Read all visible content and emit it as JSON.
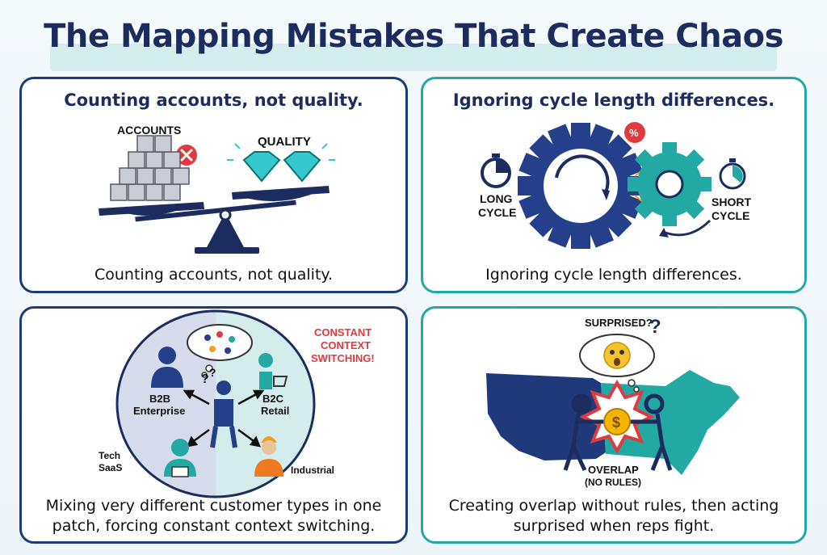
{
  "page": {
    "title": "The Mapping Mistakes That Create Chaos"
  },
  "cards": [
    {
      "heading": "Counting accounts, not quality.",
      "caption": "Counting accounts, not quality.",
      "labels": {
        "left": "ACCOUNTS",
        "right": "QUALITY"
      },
      "icons": [
        "boxes-icon",
        "x-mark-icon",
        "diamond-icon",
        "scale-icon"
      ],
      "accent": "#1f3a7a"
    },
    {
      "heading": "Ignoring cycle length differences.",
      "caption": "Ignoring cycle length differences.",
      "labels": {
        "long": "LONG\nCYCLE",
        "short": "SHORT\nCYCLE"
      },
      "icons": [
        "stopwatch-icon",
        "large-gear-icon",
        "small-gear-icon",
        "percent-badge-icon"
      ],
      "accent": "#22a9a4"
    },
    {
      "heading": "",
      "caption": "Mixing very different customer types in one patch, forcing constant context switching.",
      "callout": "CONSTANT CONTEXT SWITCHING!",
      "segments": [
        {
          "name": "B2B Enterprise"
        },
        {
          "name": "B2C Retail"
        },
        {
          "name": "Tech SaaS"
        },
        {
          "name": "Industrial"
        }
      ],
      "icons": [
        "businessman-icon",
        "shopper-icon",
        "headset-agent-icon",
        "hardhat-worker-icon",
        "confused-person-icon",
        "thought-bubble-icon"
      ],
      "accent": "#1f3a7a"
    },
    {
      "heading": "",
      "caption": "Creating overlap without rules, then acting surprised when reps fight.",
      "labels": {
        "surprised": "SURPRISED?",
        "overlap": "OVERLAP",
        "no_rules": "(NO RULES)"
      },
      "icons": [
        "usa-map-icon",
        "surprised-face-icon",
        "fighting-reps-icon",
        "coin-icon"
      ],
      "colors": {
        "west": "#1f3a7a",
        "east": "#22a9a4",
        "burst": "#e23b3b",
        "coin": "#f4b400"
      },
      "accent": "#22a9a4"
    }
  ]
}
